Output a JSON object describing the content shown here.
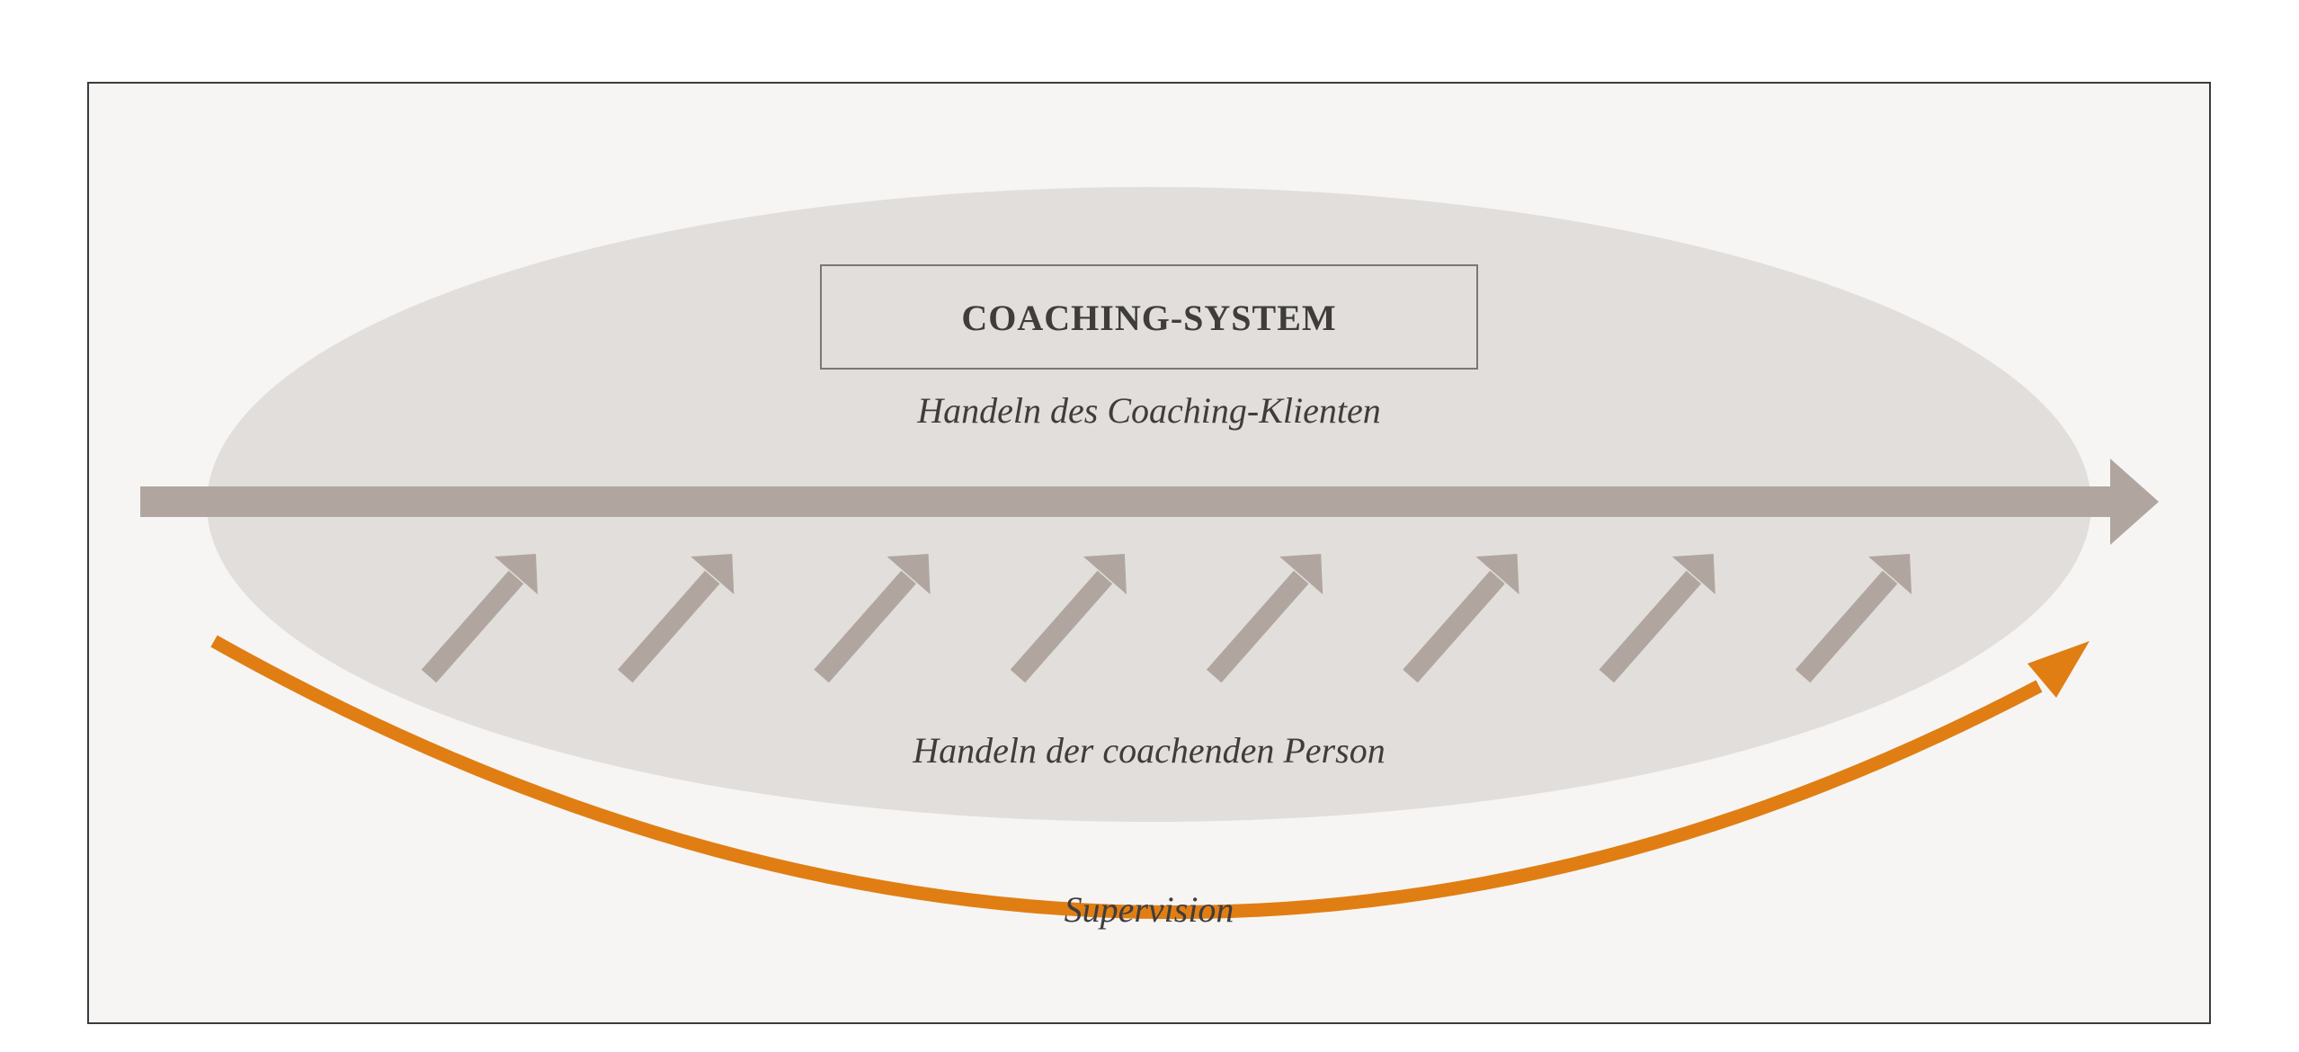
{
  "diagram": {
    "title": "COACHING-SYSTEM",
    "client_action_label": "Handeln des Coaching-Klienten",
    "coach_action_label": "Handeln der coachenden Person",
    "supervision_label": "Supervision"
  },
  "colors": {
    "frame_background": "#f6f5f3",
    "frame_border": "#3b3b3b",
    "ellipse_fill": "#e1dedb",
    "arrow_gray": "#b0a69f",
    "supervision_orange": "#e07e14",
    "text": "#3f3d3c"
  },
  "small_arrow_count": 8
}
